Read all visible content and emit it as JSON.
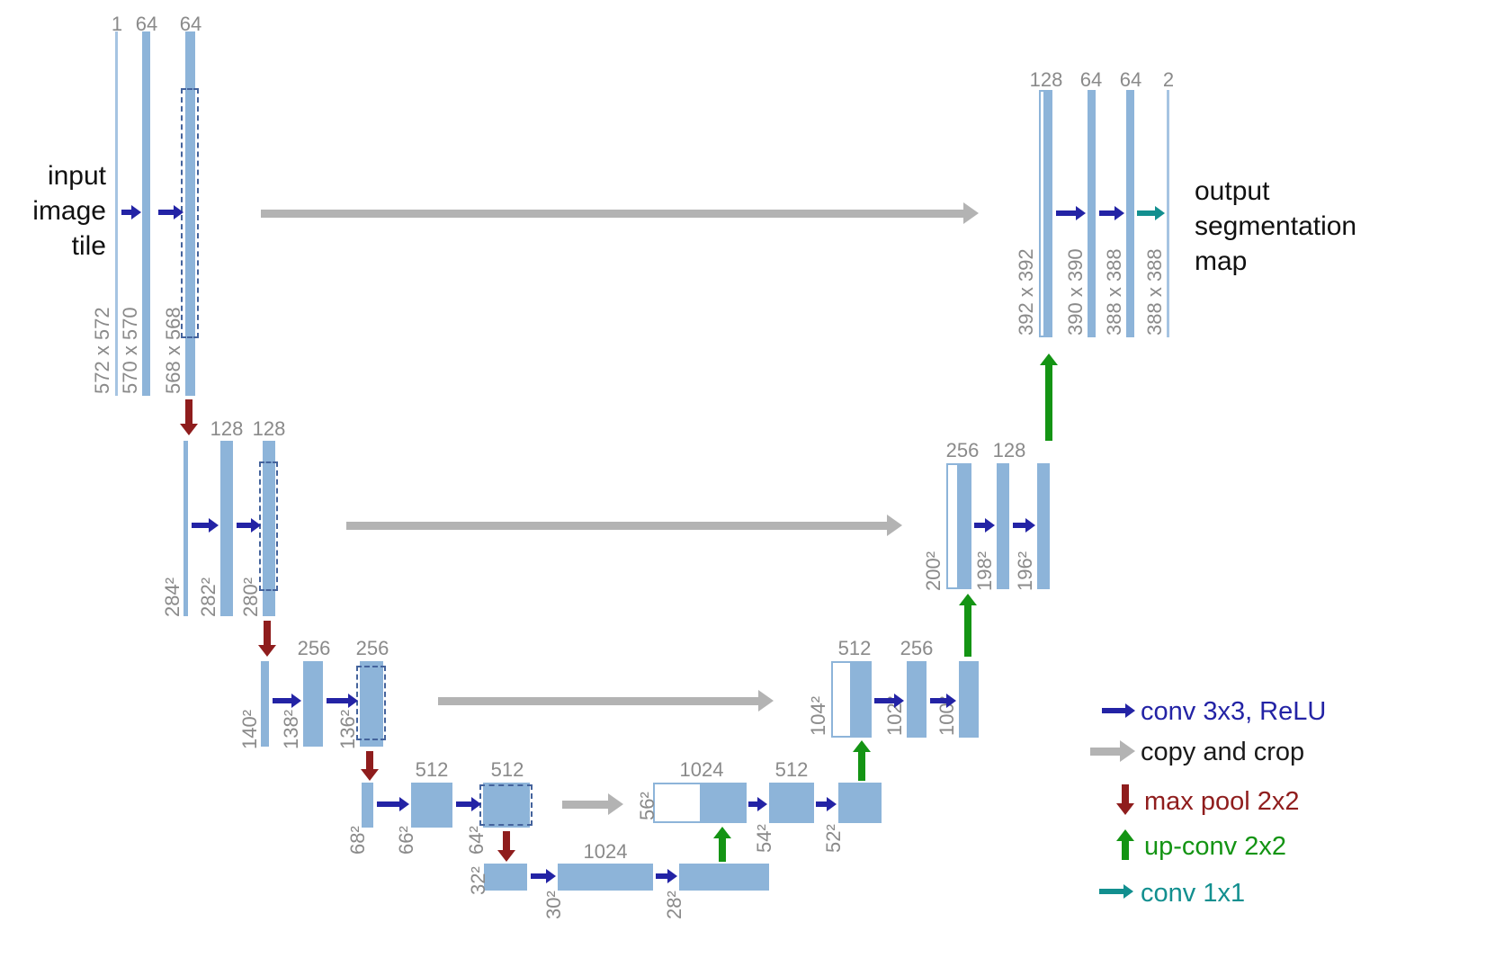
{
  "colors": {
    "box": "#8db4d9",
    "boxThin": "#a6c4e2",
    "dash": "#44639c",
    "navy": "#2323a5",
    "gray": "#b3b3b3",
    "red": "#8f1d1d",
    "green": "#149414",
    "teal": "#128f8f",
    "dim": "#8a8a8a"
  },
  "annotations": {
    "input": "input\nimage\ntile",
    "output": "output\nsegmentation\nmap"
  },
  "encoder": [
    {
      "channels": [
        "1",
        "64",
        "64"
      ],
      "sizes": [
        "572 x 572",
        "570 x 570",
        "568 x 568"
      ]
    },
    {
      "channels": [
        "128",
        "128"
      ],
      "sizes": [
        "284²",
        "282²",
        "280²"
      ]
    },
    {
      "channels": [
        "256",
        "256"
      ],
      "sizes": [
        "140²",
        "138²",
        "136²"
      ]
    },
    {
      "channels": [
        "512",
        "512"
      ],
      "sizes": [
        "68²",
        "66²",
        "64²"
      ]
    },
    {
      "channels": [
        "1024"
      ],
      "sizes": [
        "32²",
        "30²",
        "28²"
      ]
    }
  ],
  "decoder": [
    {
      "channels": [
        "1024",
        "512"
      ],
      "sizes": [
        "56²",
        "54²",
        "52²"
      ]
    },
    {
      "channels": [
        "512",
        "256"
      ],
      "sizes": [
        "104²",
        "102²",
        "100²"
      ]
    },
    {
      "channels": [
        "256",
        "128"
      ],
      "sizes": [
        "200²",
        "198²",
        "196²"
      ]
    },
    {
      "channels": [
        "128",
        "64",
        "64",
        "2"
      ],
      "sizes": [
        "392 x 392",
        "390 x 390",
        "388 x 388",
        "388 x 388"
      ]
    }
  ],
  "legend": [
    {
      "label": "conv 3x3, ReLU"
    },
    {
      "label": "copy and crop"
    },
    {
      "label": "max pool 2x2"
    },
    {
      "label": "up-conv 2x2"
    },
    {
      "label": "conv 1x1"
    }
  ]
}
